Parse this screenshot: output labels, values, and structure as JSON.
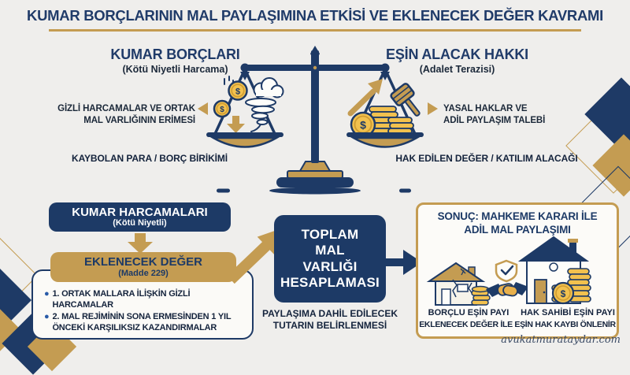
{
  "header": {
    "title": "KUMAR BORÇLARININ MAL PAYLAŞIMINA ETKİSİ VE EKLENECEK DEĞER KAVRAMI"
  },
  "columns": {
    "left": {
      "heading": "KUMAR BORÇLARI",
      "subheading": "(Kötü Niyetli Harcama)",
      "annotation_line1": "GİZLİ HARCAMALAR VE ORTAK",
      "annotation_line2": "MAL VARLIĞININ ERİMESİ",
      "caption": "KAYBOLAN PARA / BORÇ BİRİKİMİ"
    },
    "right": {
      "heading": "EŞİN ALACAK HAKKI",
      "subheading": "(Adalet Terazisi)",
      "annotation_line1": "YASAL HAKLAR VE",
      "annotation_line2": "ADİL PAYLAŞIM TALEBİ",
      "caption": "HAK EDİLEN DEĞER / KATILIM ALACAĞI"
    }
  },
  "flow": {
    "gambling_box": {
      "title": "KUMAR HARCAMALARI",
      "subtitle": "(Kötü Niyetli)"
    },
    "added_value_box": {
      "title": "EKLENECEK DEĞER",
      "subtitle": "(Madde 229)",
      "items": [
        "1. ORTAK MALLARA İLİŞKİN GİZLİ HARCAMALAR",
        "2. MAL REJİMİNİN SONA ERMESİNDEN 1 YIL ÖNCEKİ KARŞILIKSIZ KAZANDIRMALAR"
      ]
    },
    "calc_box": {
      "lines": [
        "TOPLAM",
        "MAL",
        "VARLIĞI",
        "HESAPLAMASI"
      ]
    },
    "calc_caption_line1": "PAYLAŞIMA DAHİL EDİLECEK",
    "calc_caption_line2": "TUTARIN BELİRLENMESİ"
  },
  "result": {
    "title_line1": "SONUÇ: MAHKEME KARARI İLE",
    "title_line2": "ADİL MAL PAYLAŞIMI",
    "left_label": "BORÇLU EŞİN PAYI",
    "right_label": "HAK SAHİBİ EŞİN PAYI",
    "note": "EKLENECEK DEĞER İLE EŞİN HAK KAYBI ÖNLENİR"
  },
  "footer": {
    "watermark": "avukatmurataydar.com"
  },
  "icons": {
    "dollar": "$",
    "names": [
      "balance-scale-icon",
      "tornado-icon",
      "falling-coins-icon",
      "down-arrow-icon",
      "rising-arrow-icon",
      "gavel-icon",
      "coin-stack-icon",
      "broken-house-icon",
      "shield-check-icon",
      "handshake-icon",
      "house-icon",
      "dollar-coin-icon"
    ]
  },
  "colors": {
    "background": "#efeeec",
    "navy": "#1d3a66",
    "gold": "#c49c52",
    "coin_gold": "#f2c14e",
    "dark_text": "#14233c"
  }
}
